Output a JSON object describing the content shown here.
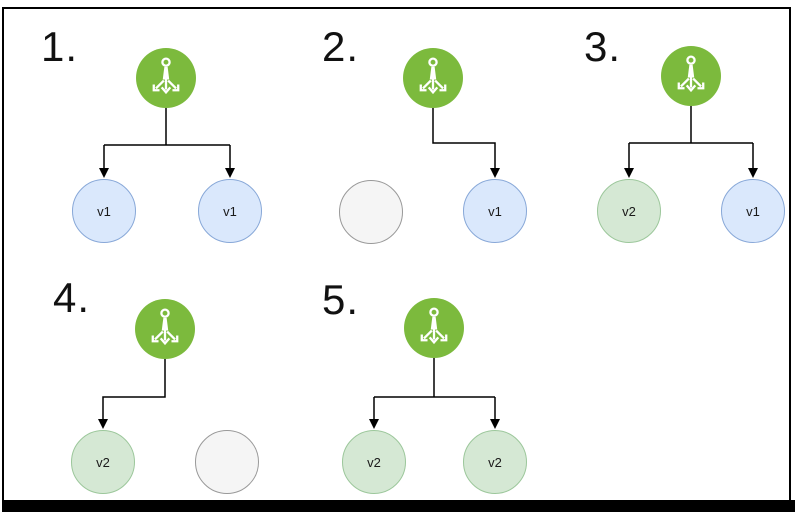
{
  "diagram": {
    "description": "Five-step rolling deployment sequence: load balancer routing traffic to pods",
    "node_types": {
      "load_balancer": "load-balancer-icon",
      "pod_v1": "pod running version v1",
      "pod_v2": "pod running version v2",
      "pod_empty": "empty / terminated pod"
    }
  },
  "colors": {
    "lb_green": "#7CBA3D",
    "icon_white": "#FFFFFF",
    "v1_fill": "#DAE8FC",
    "v1_stroke": "#88A8D8",
    "v2_fill": "#D5E8D4",
    "v2_stroke": "#9CC79B",
    "empty_fill": "#F5F5F5",
    "empty_stroke": "#999999",
    "connector": "#000000",
    "frame": "#000000"
  },
  "scenarios": [
    {
      "number": "1.",
      "pods": [
        {
          "label": "v1",
          "type": "v1"
        },
        {
          "label": "v1",
          "type": "v1"
        }
      ]
    },
    {
      "number": "2.",
      "pods": [
        {
          "label": "",
          "type": "empty"
        },
        {
          "label": "v1",
          "type": "v1"
        }
      ]
    },
    {
      "number": "3.",
      "pods": [
        {
          "label": "v2",
          "type": "v2"
        },
        {
          "label": "v1",
          "type": "v1"
        }
      ]
    },
    {
      "number": "4.",
      "pods": [
        {
          "label": "v2",
          "type": "v2"
        },
        {
          "label": "",
          "type": "empty"
        }
      ]
    },
    {
      "number": "5.",
      "pods": [
        {
          "label": "v2",
          "type": "v2"
        },
        {
          "label": "v2",
          "type": "v2"
        }
      ]
    }
  ]
}
